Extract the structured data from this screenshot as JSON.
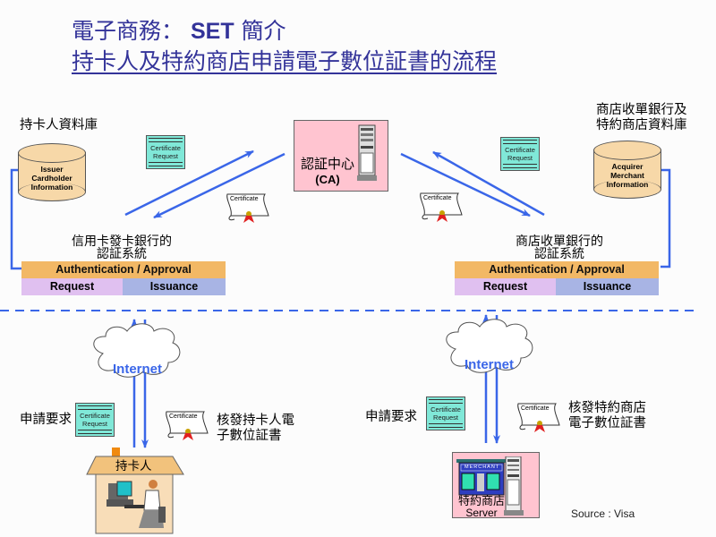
{
  "title": {
    "line1_prefix": "電子商務：",
    "line1_set": "SET",
    "line1_suffix": "簡介",
    "line2": "持卡人及特約商店申請電子數位証書的流程"
  },
  "colors": {
    "title": "#333399",
    "arrow": "#3a66e8",
    "ca_box": "#ffc4d0",
    "auth_bar": "#f2b865",
    "request_bar": "#e0c0f0",
    "issuance_bar": "#a8b4e4",
    "database": "#f7d8a8",
    "cert_request": "#80e8d8"
  },
  "left_top": {
    "db_title": "持卡人資料庫",
    "db_text": [
      "Issuer",
      "Cardholder",
      "Information"
    ],
    "system_title_l1": "信用卡發卡銀行的",
    "system_title_l2": "認証系統"
  },
  "right_top": {
    "db_title_l1": "商店收單銀行及",
    "db_title_l2": "特約商店資料庫",
    "db_text": [
      "Acquirer",
      "Merchant",
      "Information"
    ],
    "system_title_l1": "商店收單銀行的",
    "system_title_l2": "認証系統"
  },
  "ca": {
    "label_zh": "認証中心",
    "label_en": "(CA)"
  },
  "auth_box": {
    "auth": "Authentication / Approval",
    "request": "Request",
    "issuance": "Issuance"
  },
  "cert_request": {
    "line1": "Certificate",
    "line2": "Request"
  },
  "certificate": {
    "label": "Certificate"
  },
  "internet": {
    "label": "Internet"
  },
  "left_bottom": {
    "request_label": "申請要求",
    "issue_l1": "核發持卡人電",
    "issue_l2": "子數位証書",
    "house_label": "持卡人"
  },
  "right_bottom": {
    "request_label": "申請要求",
    "issue_l1": "核發特約商店",
    "issue_l2": "電子數位証書",
    "merchant_sign": "MERCHANT",
    "server_zh": "特約商店",
    "server_en": "Server"
  },
  "source": "Source : Visa"
}
